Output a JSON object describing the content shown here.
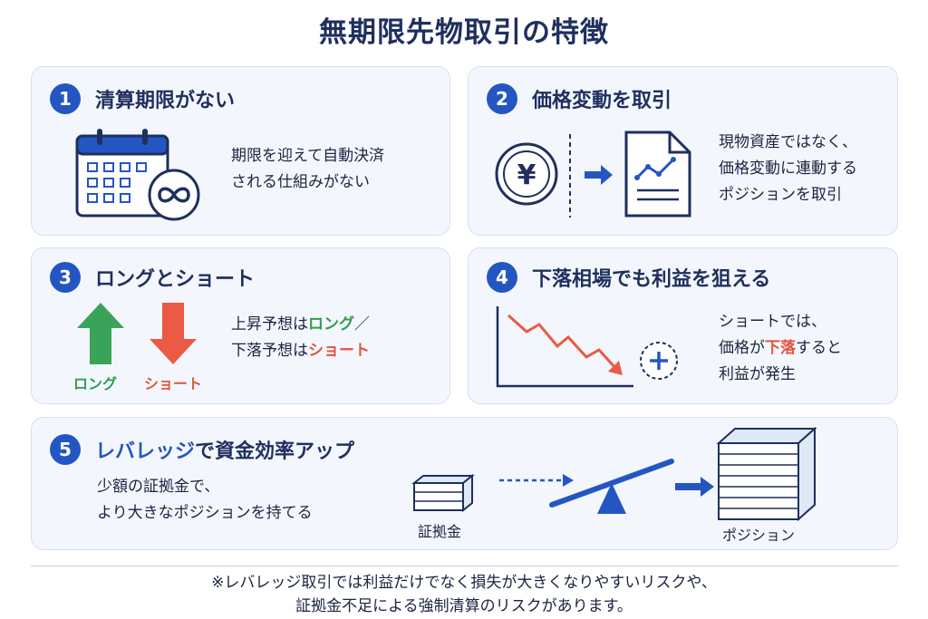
{
  "title": "無期限先物取引の特徴",
  "cards": [
    {
      "number": "1",
      "title": "清算期限がない",
      "desc": [
        "期限を迎えて自動決済",
        "される仕組みがない"
      ],
      "icons": [
        "calendar-icon",
        "infinity-icon"
      ]
    },
    {
      "number": "2",
      "title": "価格変動を取引",
      "desc": [
        "現物資産ではなく、",
        "価格変動に連動する",
        "ポジションを取引"
      ],
      "coin_symbol": "¥",
      "icons": [
        "yen-coin-icon",
        "arrow-right-icon",
        "price-chart-document-icon"
      ]
    },
    {
      "number": "3",
      "title": "ロングとショート",
      "long_label": "ロング",
      "short_label": "ショート",
      "desc_line1": {
        "prefix": "上昇予想は",
        "highlight": "ロング",
        "suffix": "／"
      },
      "desc_line2": {
        "prefix": "下落予想は",
        "highlight": "ショート",
        "suffix": ""
      },
      "icons": [
        "up-arrow-icon",
        "down-arrow-icon"
      ]
    },
    {
      "number": "4",
      "title": "下落相場でも利益を狙える",
      "desc_line1": "ショートでは、",
      "desc_line2": {
        "prefix": "価格が",
        "highlight": "下落",
        "suffix": "すると"
      },
      "desc_line3": "利益が発生",
      "icons": [
        "falling-chart-icon",
        "plus-circle-icon"
      ]
    },
    {
      "number": "5",
      "title_highlight": "レバレッジ",
      "title_rest": "で資金効率アップ",
      "desc": [
        "少額の証拠金で、",
        "より大きなポジションを持てる"
      ],
      "margin_label": "証拠金",
      "position_label": "ポジション",
      "icons": [
        "margin-stack-icon",
        "seesaw-icon",
        "position-stack-icon"
      ]
    }
  ],
  "footnote": [
    "※レバレッジ取引では利益だけでなく損失が大きくなりやすいリスクや、",
    "証拠金不足による強制清算のリスクがあります。"
  ],
  "colors": {
    "navy": "#1f2f5e",
    "blue": "#2456c3",
    "green": "#2e9e4f",
    "red": "#e5533d",
    "card_bg": "#f3f7fd"
  }
}
